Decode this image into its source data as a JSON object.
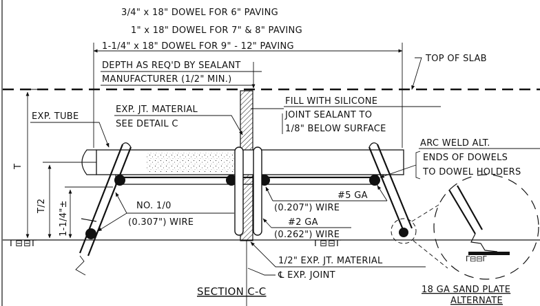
{
  "dowel_notes": [
    "3/4\" x 18\" DOWEL FOR 6\" PAVING",
    "1\" x 18\" DOWEL FOR 7\" & 8\" PAVING",
    "1-1/4\" x 18\" DOWEL FOR 9\" - 12\" PAVING"
  ],
  "labels": {
    "top_of_slab": "TOP OF SLAB",
    "depth_note_1": "DEPTH AS REQ'D BY SEALANT",
    "depth_note_2": "MANUFACTURER (1/2\" MIN.)",
    "silicone_1": "FILL WITH SILICONE",
    "silicone_2": "JOINT SEALANT TO",
    "silicone_3": "1/8\" BELOW SURFACE",
    "exp_jt_material_1": "EXP. JT. MATERIAL",
    "exp_jt_material_2": "SEE DETAIL C",
    "exp_tube": "EXP. TUBE",
    "arc_weld_1": "ARC WELD ALT.",
    "arc_weld_2": "ENDS OF DOWELS",
    "arc_weld_3": "TO DOWEL HOLDERS",
    "dim_t": "T",
    "dim_t2": "T/2",
    "dim_114": "1-1/4\"±",
    "wire_no10_1": "NO. 1/0",
    "wire_no10_2": "(0.307\") WIRE",
    "wire_5ga_1": "#5 GA",
    "wire_5ga_2": "(0.207\") WIRE",
    "wire_2ga_1": "#2 GA",
    "wire_2ga_2": "(0.262\") WIRE",
    "exp_jt_half": "1/2\" EXP. JT. MATERIAL",
    "cl_exp_joint": "℄ EXP. JOINT",
    "section_title": "SECTION C-C",
    "sand_plate_1": "18 GA SAND PLATE",
    "sand_plate_2": "ALTERNATE"
  }
}
